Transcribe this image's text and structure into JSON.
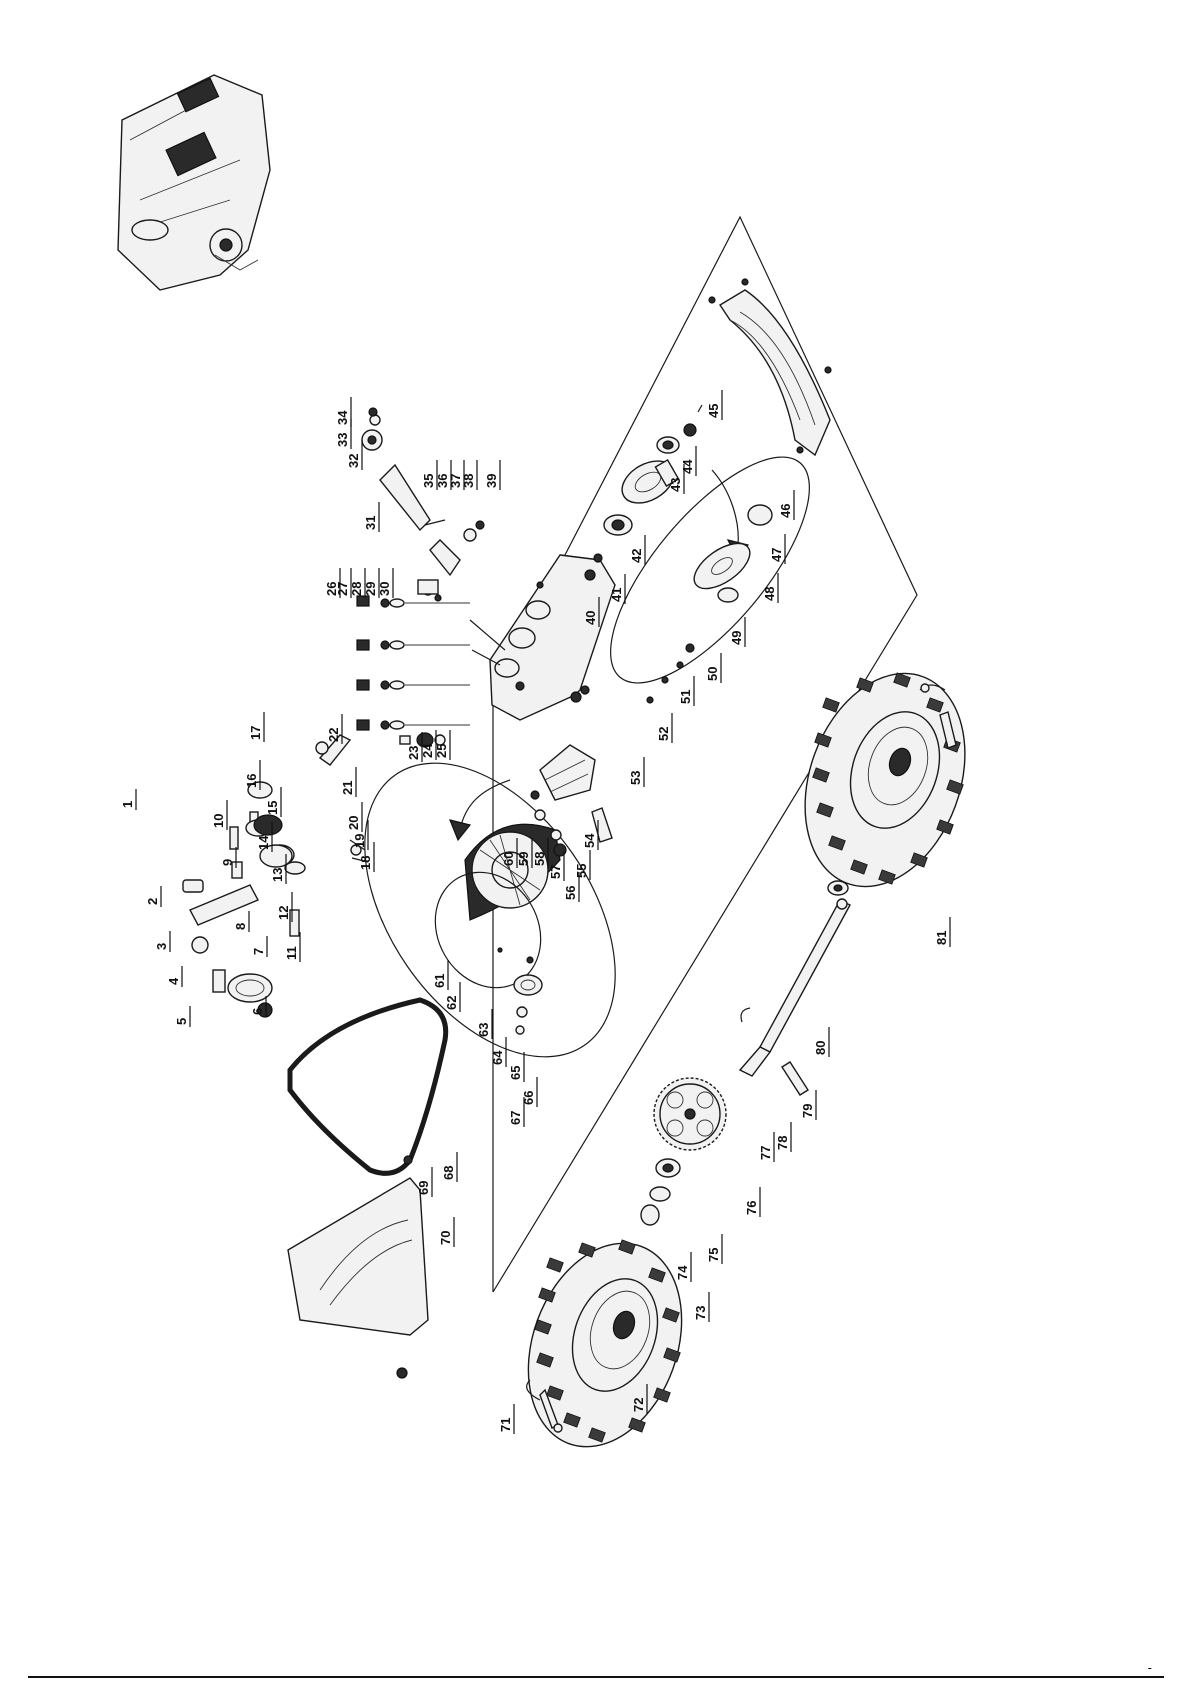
{
  "callouts": [
    "1",
    "2",
    "3",
    "4",
    "5",
    "6",
    "7",
    "8",
    "9",
    "10",
    "11",
    "12",
    "13",
    "14",
    "15",
    "16",
    "17",
    "18",
    "19",
    "20",
    "21",
    "22",
    "23",
    "24",
    "25",
    "26",
    "27",
    "28",
    "29",
    "30",
    "31",
    "32",
    "33",
    "34",
    "35",
    "36",
    "37",
    "38",
    "39",
    "40",
    "41",
    "42",
    "43",
    "44",
    "45",
    "46",
    "47",
    "48",
    "49",
    "50",
    "51",
    "52",
    "53",
    "54",
    "55",
    "56",
    "57",
    "58",
    "59",
    "60",
    "61",
    "62",
    "63",
    "64",
    "65",
    "66",
    "67",
    "68",
    "69",
    "70",
    "71",
    "72",
    "73",
    "74",
    "75",
    "76",
    "77",
    "78",
    "79",
    "80",
    "81"
  ],
  "page_mark": "-",
  "colors": {
    "ink": "#111111",
    "paper": "#ffffff",
    "fill": "#f2f2f2"
  }
}
